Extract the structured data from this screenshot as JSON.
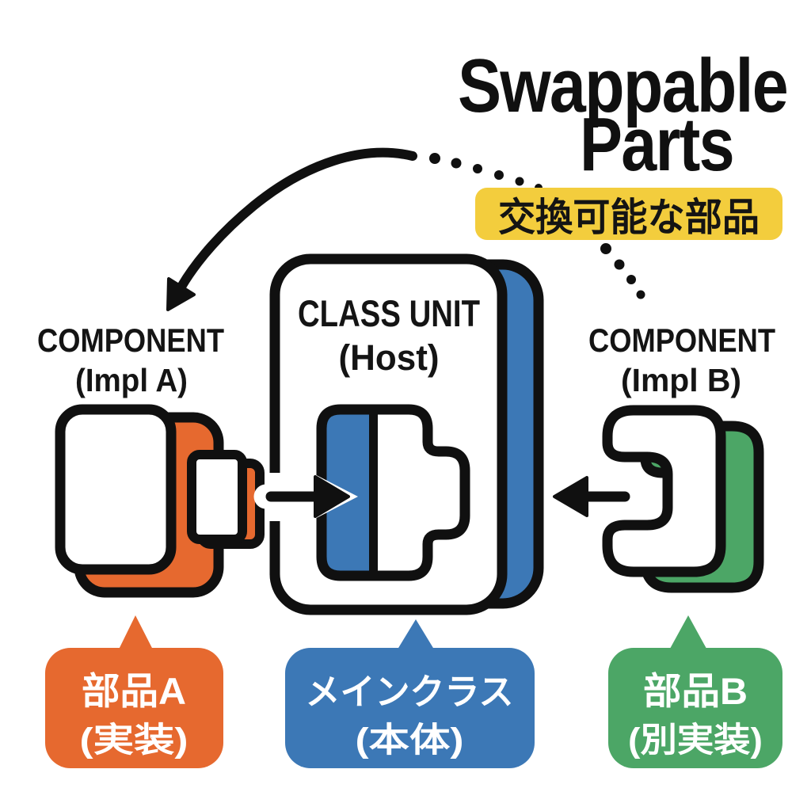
{
  "title": {
    "line1": "Swappable",
    "line2": "Parts"
  },
  "badge": {
    "text": "交換可能な部品"
  },
  "labels": {
    "component_a": {
      "line1": "COMPONENT",
      "line2": "(Impl A)"
    },
    "host": {
      "line1": "CLASS UNIT",
      "line2": "(Host)"
    },
    "component_b": {
      "line1": "COMPONENT",
      "line2": "(Impl B)"
    }
  },
  "bubbles": {
    "a": {
      "line1": "部品A",
      "line2": "(実装)"
    },
    "host": {
      "line1": "メインクラス",
      "line2": "(本体)"
    },
    "b": {
      "line1": "部品B",
      "line2": "(別実装)"
    }
  },
  "colors": {
    "orange": "#E6692F",
    "blue": "#3C78B6",
    "green": "#4CA666",
    "yellow": "#F3CD3D",
    "ink": "#101010",
    "white": "#FFFFFF"
  }
}
